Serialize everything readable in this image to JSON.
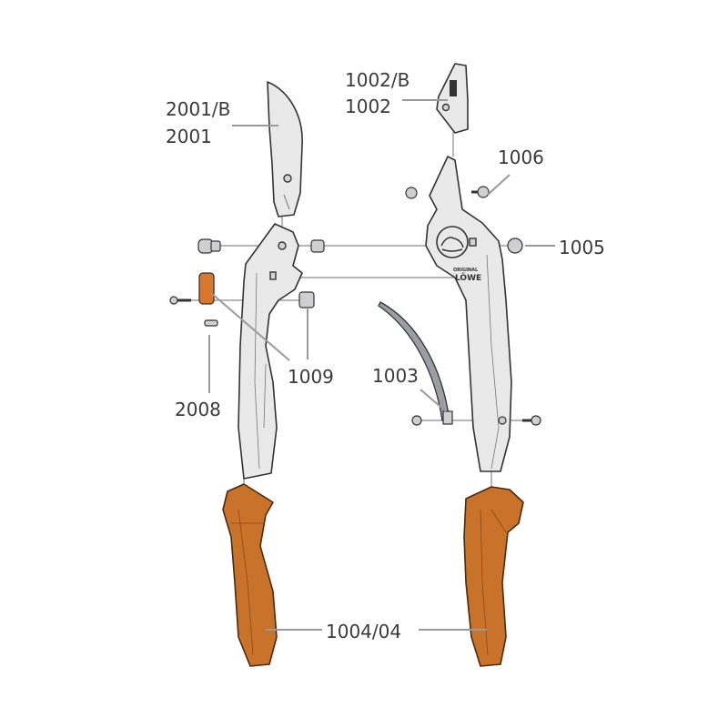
{
  "labels": {
    "p2001b": "2001/B",
    "p2001": "2001",
    "p1002b": "1002/B",
    "p1002": "1002",
    "p1006": "1006",
    "p1005": "1005",
    "p1009": "1009",
    "p2008": "2008",
    "p1003": "1003",
    "p1004": "1004/04"
  },
  "logo": {
    "line1": "ORIGINAL",
    "line2": "LÖWE"
  },
  "colors": {
    "grip": "#c9732a",
    "metal": "#e9e9ea",
    "label": "#3a3a3a"
  }
}
